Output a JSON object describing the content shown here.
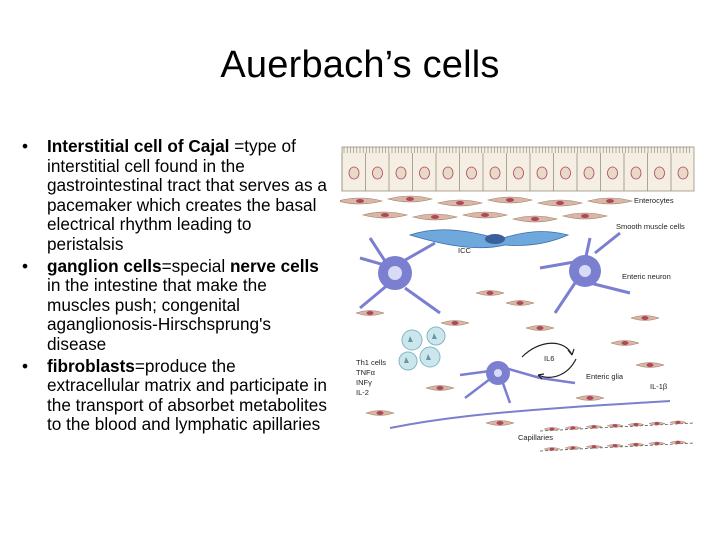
{
  "slide": {
    "title": "Auerbach’s cells",
    "bullets": [
      {
        "bold": "Interstitial cell of Cajal",
        "bold2": "",
        "text": " =type of interstitial cell found in the gastrointestinal tract that serves as a pacemaker which creates the basal electrical rhythm leading to peristalsis",
        "text2": ""
      },
      {
        "bold": "ganglion cells",
        "text": "=special ",
        "bold2": "nerve cells",
        "text2": " in the intestine that make the muscles push; congenital aganglionosis-Hirschsprung's disease"
      },
      {
        "bold": "fibroblasts",
        "bold2": "",
        "text": "=produce the extracellular matrix and participate in the transport of absorbet metabolites to the blood and lymphatic apillaries",
        "text2": ""
      }
    ],
    "bullet_char": "•"
  },
  "figure": {
    "labels": {
      "enterocytes": "Enterocytes",
      "smooth_muscle": "Smooth muscle cells",
      "icc": "ICC",
      "enteric_neuron": "Enteric neuron",
      "th1": "Th1 cells",
      "tnfa": "TNFα",
      "infy": "INFγ",
      "il2": "IL-2",
      "il6": "IL6",
      "enteric_glia": "Enteric glia",
      "il1b": "IL-1β",
      "capillaries": "Capillaries"
    },
    "colors": {
      "enterocyte": "#f4efe2",
      "muscle": "#d9b7a6",
      "nucleus": "#b0485a",
      "icc": "#6fa8dc",
      "neuron": "#7b7fd0",
      "th1": "#7fb8c8"
    }
  }
}
